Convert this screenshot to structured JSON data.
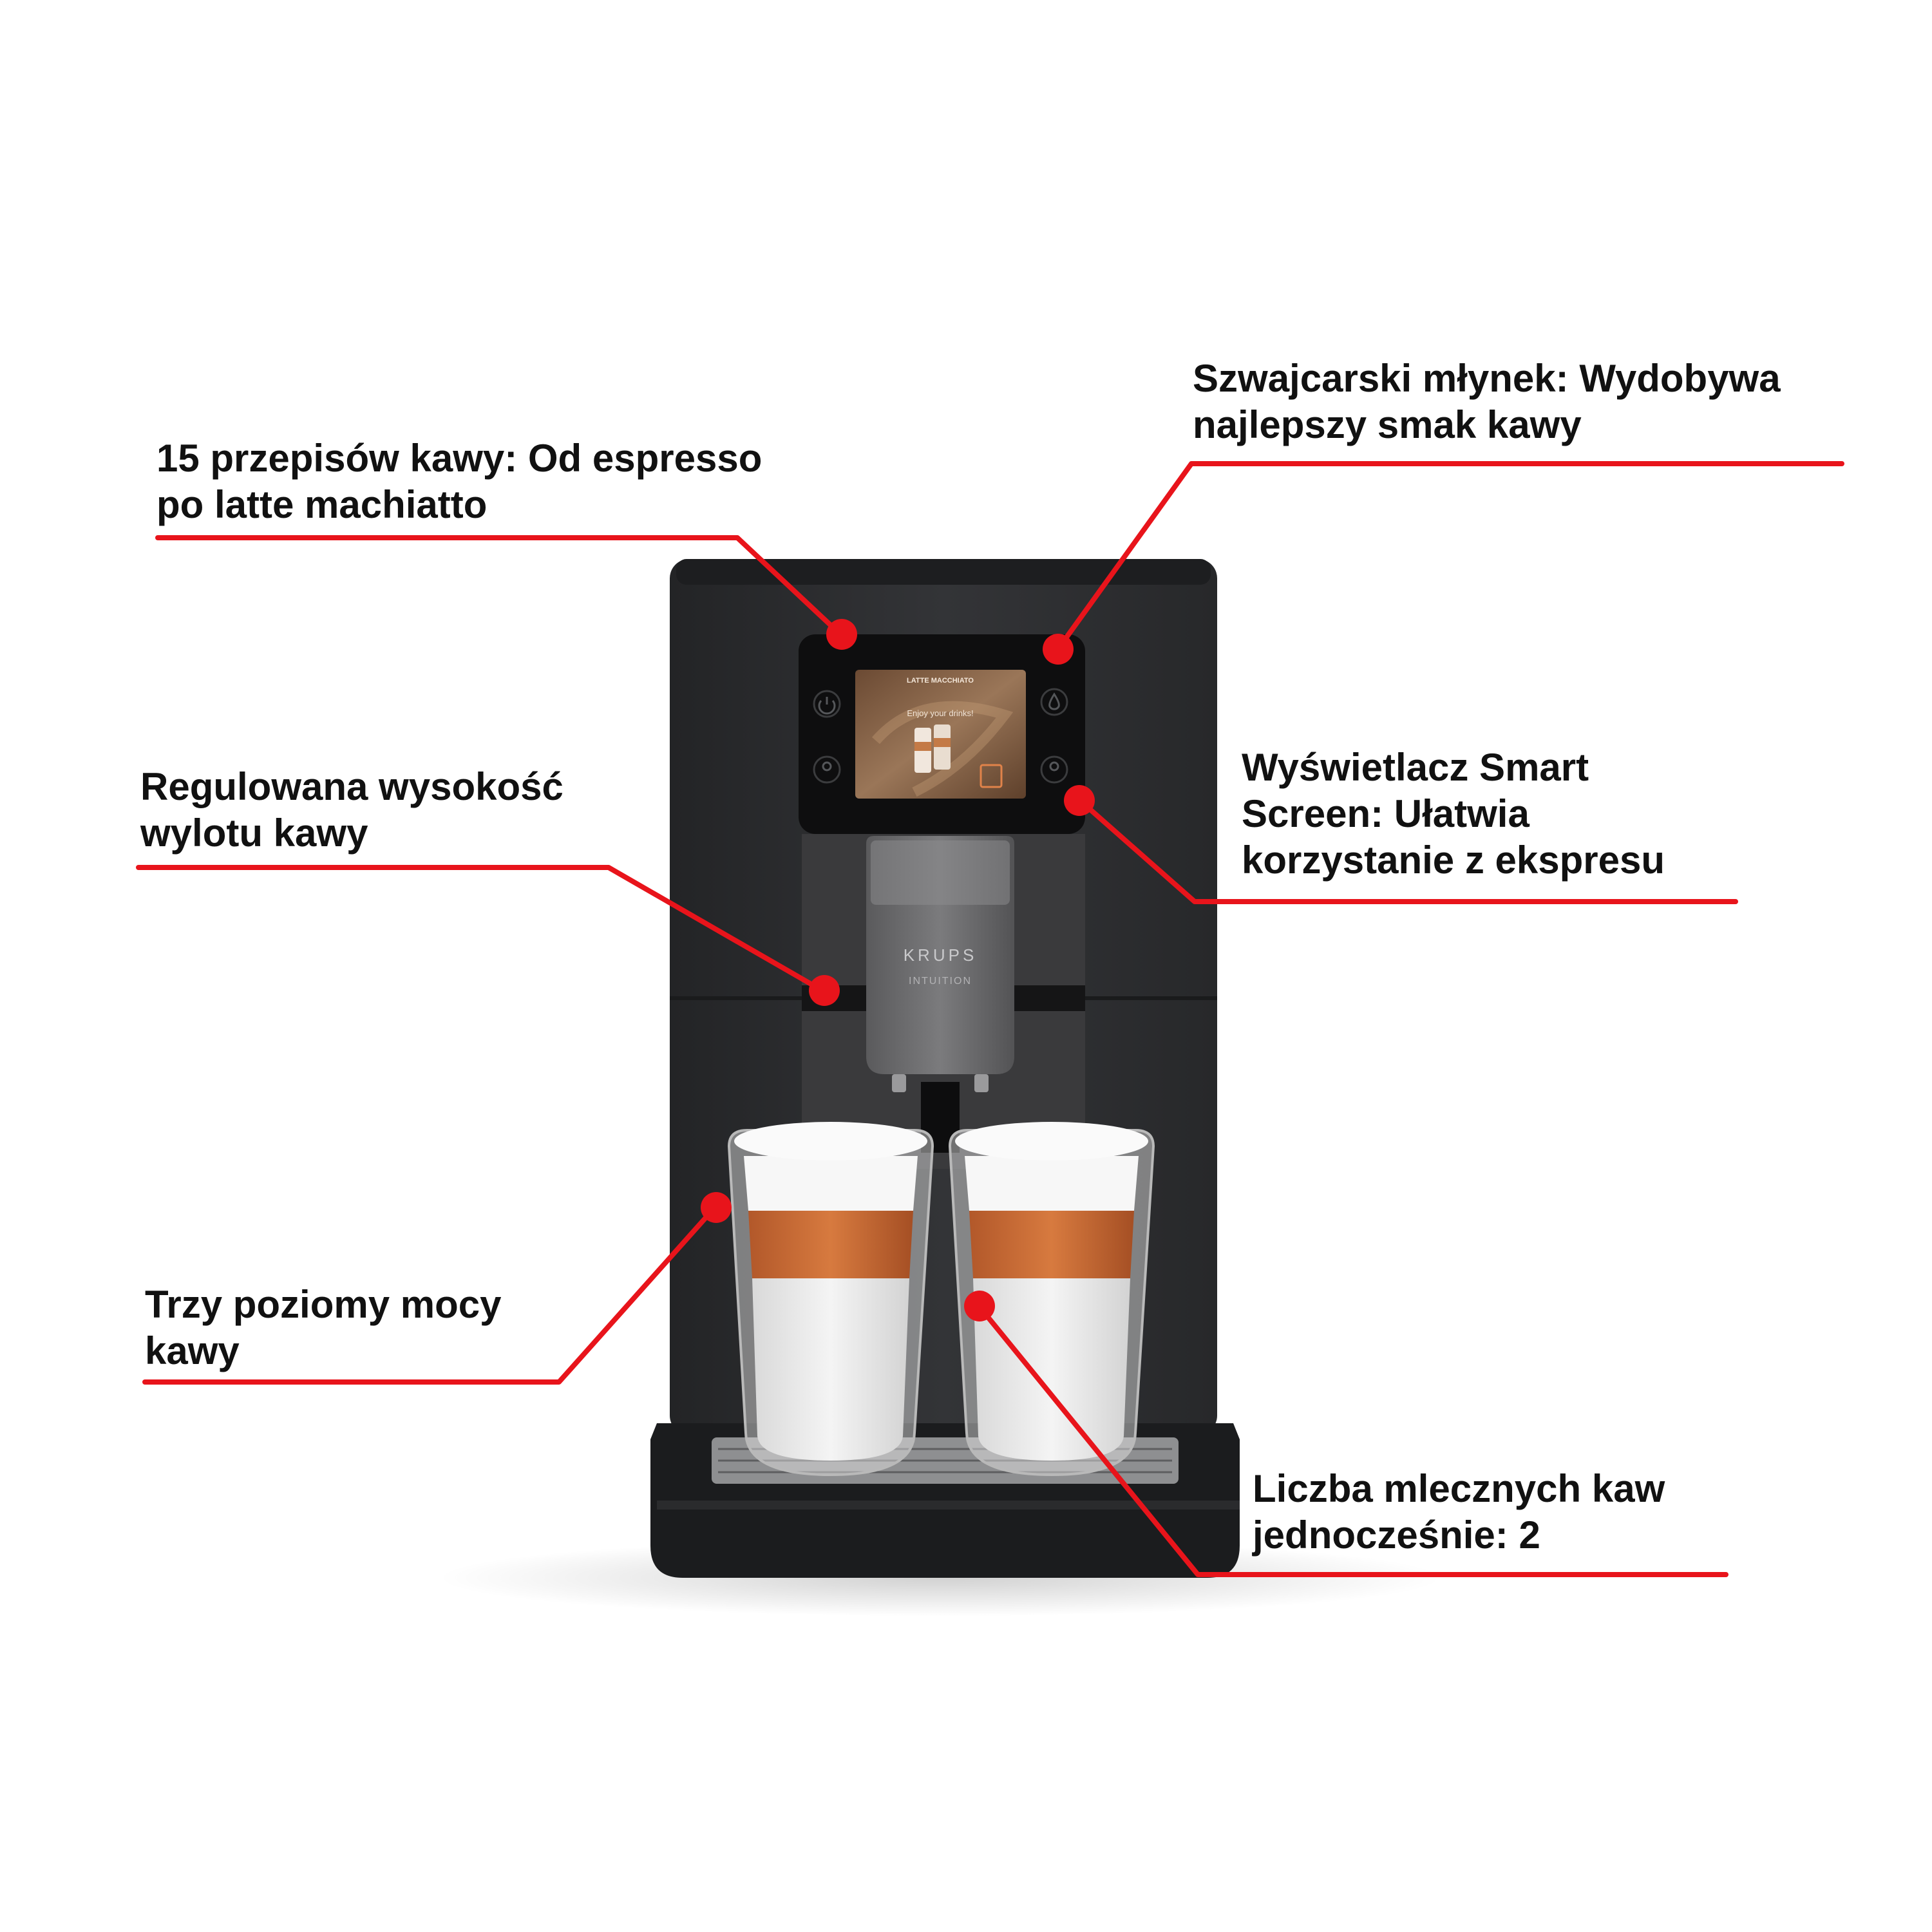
{
  "colors": {
    "background": "#ffffff",
    "callout": "#e8141b",
    "machine": "#2b2c2e",
    "text": "#111111"
  },
  "callouts": [
    {
      "id": "recipes",
      "lines": [
        "15 przepisów kawy: Od espresso",
        "po latte machiatto"
      ]
    },
    {
      "id": "grinder",
      "lines": [
        "Szwajcarski młynek: Wydobywa",
        "najlepszy smak kawy"
      ]
    },
    {
      "id": "spout-height",
      "lines": [
        "Regulowana wysokość",
        "wylotu kawy"
      ]
    },
    {
      "id": "smart-screen",
      "lines": [
        "Wyświetlacz Smart",
        "Screen: Ułatwia",
        "korzystanie z ekspresu"
      ]
    },
    {
      "id": "strength",
      "lines": [
        "Trzy poziomy mocy",
        "kawy"
      ]
    },
    {
      "id": "two-milk-drinks",
      "lines": [
        "Liczba mlecznych kaw",
        "jednocześnie: 2"
      ]
    }
  ],
  "machine": {
    "brand": "KRUPS",
    "model": "INTUITION",
    "screen": {
      "title": "LATTE MACCHIATO",
      "message": "Enjoy your drinks!"
    },
    "icons": [
      "power-icon",
      "profile-icon",
      "water-drop-icon",
      "user-icon"
    ]
  }
}
